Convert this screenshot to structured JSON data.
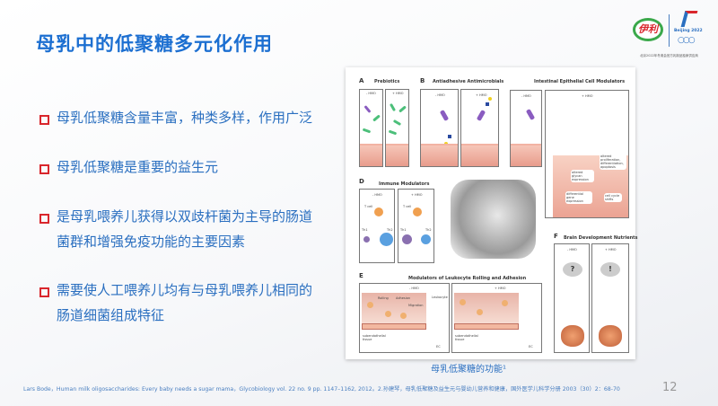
{
  "title": "母乳中的低聚糖多元化作用",
  "bullets": [
    {
      "lines": [
        "母乳低聚糖含量丰富，种类多样，作用广泛"
      ]
    },
    {
      "lines": [
        "母乳低聚糖是重要的益生元"
      ]
    },
    {
      "lines": [
        "是母乳喂养儿获得以双歧杆菌为主导的肠道",
        "菌群和增强免疫功能的主要因素"
      ]
    },
    {
      "lines": [
        "需要使人工喂养儿均有与母乳喂养儿相同的",
        "肠道细菌组成特征"
      ]
    }
  ],
  "figure": {
    "panels": {
      "a": {
        "label": "A",
        "title": "Prebiotics",
        "minus": "- HMO",
        "plus": "+ HMO"
      },
      "b": {
        "label": "B",
        "title": "Antiadhesive Antimicrobials",
        "minus": "- HMO",
        "plus": "+ HMO"
      },
      "c": {
        "title": "Intestinal Epithelial Cell Modulators",
        "minus": "- HMO",
        "plus": "+ HMO",
        "notes": [
          "altered proliferation, differentiation, apoptosis",
          "altered glycan expression",
          "differential gene expression",
          "cell cycle shifts"
        ]
      },
      "d": {
        "label": "D",
        "title": "Immune Modulators",
        "minus": "- HMO",
        "plus": "+ HMO",
        "tcell": "T cell",
        "th1": "Th1",
        "th2": "Th2"
      },
      "e": {
        "label": "E",
        "title": "Modulators of Leukocyte Rolling and Adhesion",
        "minus": "- HMO",
        "plus": "+ HMO",
        "rolling": "Rolling",
        "adhesion": "Adhesion",
        "migration": "Migration",
        "leukocyte": "Leukocyte",
        "ec": "EC",
        "sub": "subendothelial tissue"
      },
      "f": {
        "label": "F",
        "title": "Brain Development Nutrients",
        "minus": "- HMO",
        "plus": "+ HMO",
        "q": "?",
        "ex": "!"
      }
    },
    "caption": "母乳低聚糖的功能¹"
  },
  "logo": {
    "brand": "伊利",
    "olympic": "Beijing 2022",
    "sub": "北京2022年冬奥会官方乳制品独家供应商"
  },
  "footer": "Lars Bode，Human milk oligosaccharides: Every baby needs a sugar mama，Glycobiology vol. 22 no. 9 pp. 1147–1162, 2012。2.孙建琴，母乳低聚糖及益生元与婴幼儿营养和健康，国外医学儿科学分册 2003（30）2：68-70",
  "page_number": "12",
  "colors": {
    "title": "#1c6fd1",
    "bullet": "#d9262c",
    "text": "#2a6fc0"
  }
}
